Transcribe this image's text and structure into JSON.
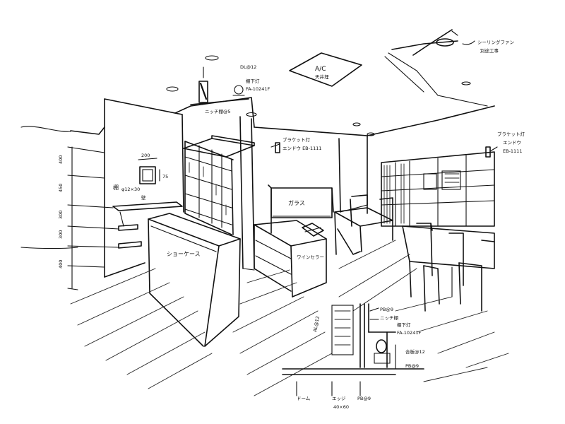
{
  "annotations": {
    "ceiling_fan_1": "シーリングファン",
    "ceiling_fan_2": "別途工事",
    "ac_1": "A/C",
    "ac_2": "天井埋",
    "fixture_left_1": "棚下灯",
    "fixture_left_2": "FA-10241F",
    "downlight_left": "DL@12",
    "shelf_left": "ニッチ棚@5",
    "bracket_1": "ブラケット灯",
    "bracket_2": "エンドウ EB-1111",
    "bracket_right_1": "ブラケット灯",
    "bracket_right_2": "エンドウ",
    "bracket_right_3": "EB-1111",
    "niche_width": "200",
    "niche_side": "75",
    "niche_label": "棚",
    "niche_size": "φ12×30",
    "niche_base": "壁",
    "dim_1": "400",
    "dim_2": "450",
    "dim_3": "300",
    "dim_4": "300",
    "dim_5": "400",
    "showcase": "ショーケース",
    "glass": "ガラス",
    "counter": "ワインセラー",
    "detail_top": "PB@9",
    "detail_2": "ニッチ棚",
    "detail_3": "棚下灯",
    "detail_4": "FA-10241F",
    "detail_5": "合板@12",
    "detail_6": "PB@9",
    "detail_al": "AL@12",
    "detail_bottom_1": "ドーム",
    "detail_bottom_2": "エッジ",
    "detail_bottom_3": "40×60",
    "detail_bottom_4": "PB@9"
  }
}
